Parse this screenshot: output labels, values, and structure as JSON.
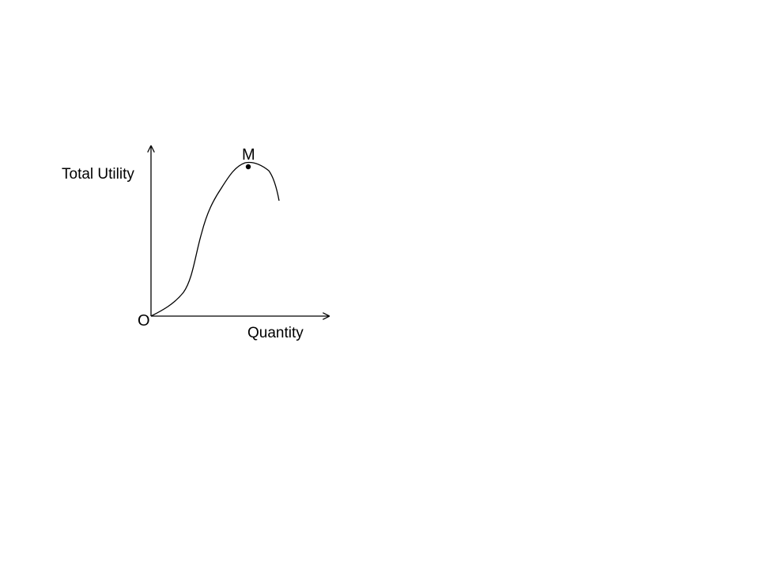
{
  "diagram": {
    "y_axis_label": "Total Utility",
    "x_axis_label": "Quantity",
    "origin_label": "O",
    "peak_label": "M",
    "colors": {
      "background": "#ffffff",
      "ink": "#000000"
    }
  }
}
